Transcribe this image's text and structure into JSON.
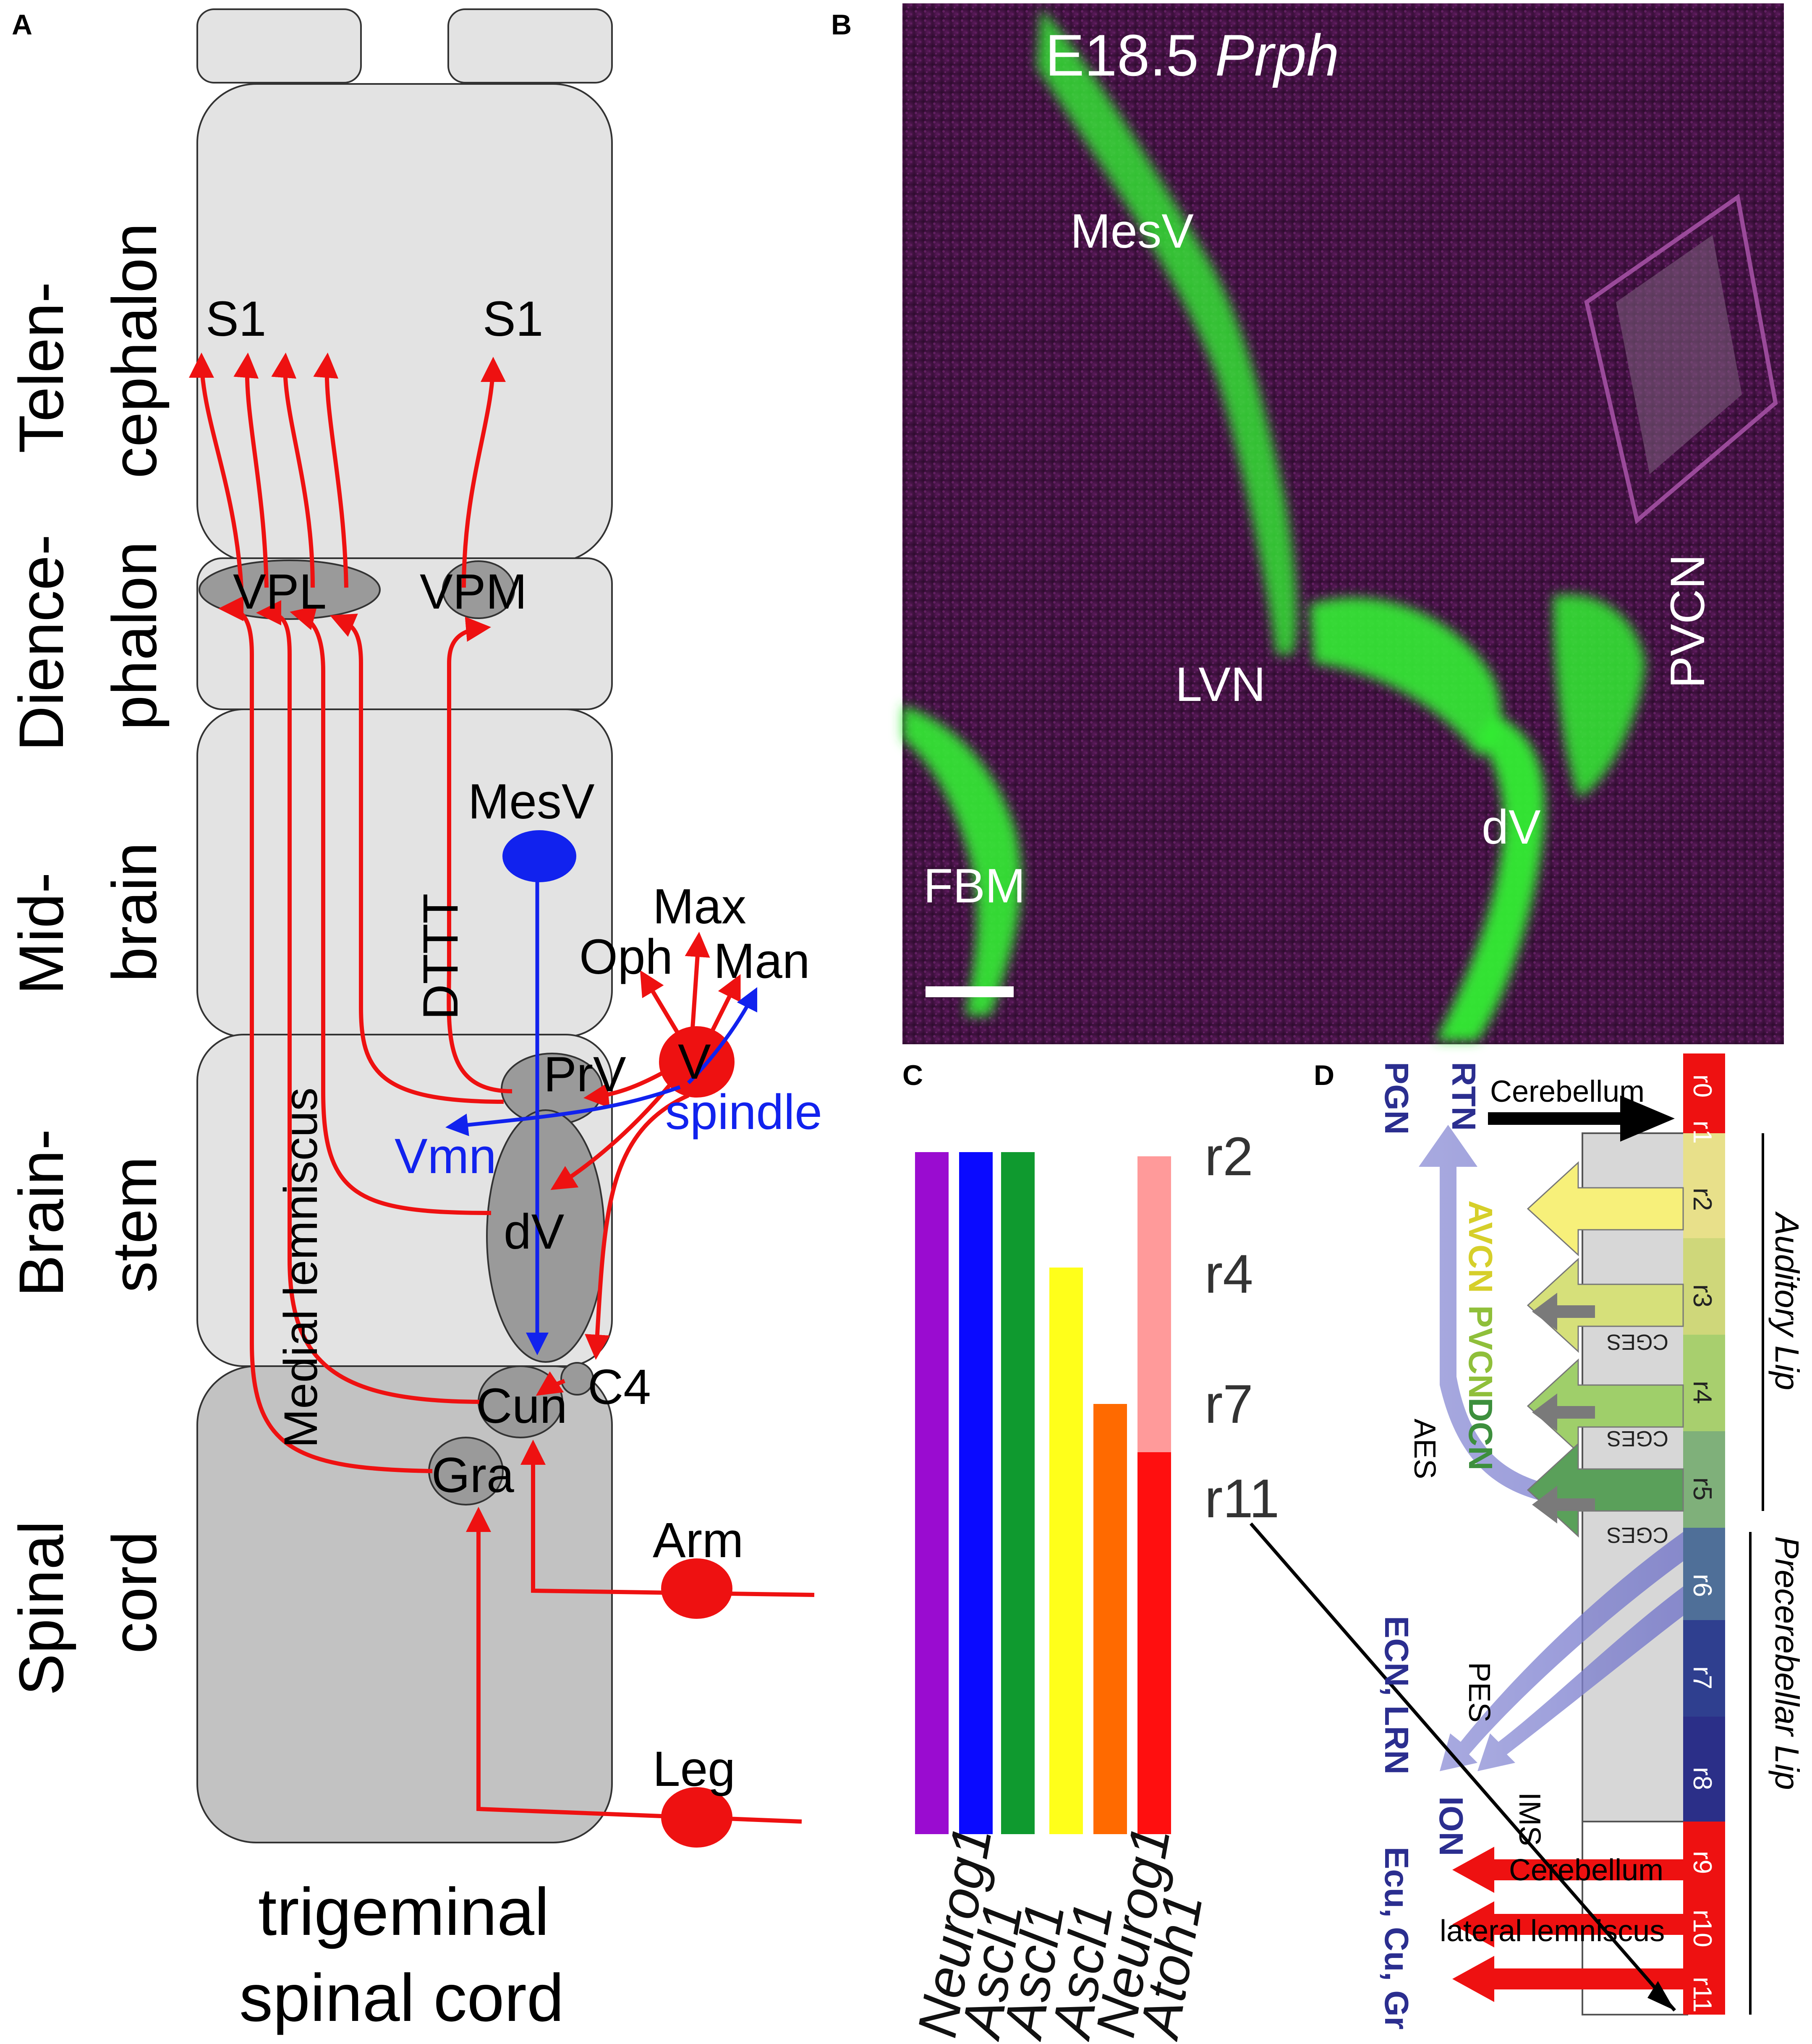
{
  "panels": {
    "a": "A",
    "b": "B",
    "c": "C",
    "d": "D"
  },
  "colors": {
    "pathway_red": "#ee1111",
    "pathway_blue": "#1122ee",
    "segment_fill": "#e3e3e3",
    "spinal_fill": "#c2c2c2",
    "nucleus_fill": "#9a9a9a",
    "fluorescence_green": "#33ee33",
    "tissue_magenta": "#4a0f4a",
    "neurog1": "#9a0cd0",
    "ascl1_blue": "#0a0aff",
    "ascl1_green": "#0f9a2f",
    "ascl1_yellow": "#ffff1a",
    "neurog1_orange": "#ff6a00",
    "atoh1": "#ff0f0f",
    "atoh1_light": "#ff9a9a"
  },
  "panel_a": {
    "regions": [
      {
        "line1": "Telen-",
        "line2": "cephalon"
      },
      {
        "line1": "Dience-",
        "line2": "phalon"
      },
      {
        "line1": "Mid-",
        "line2": "brain"
      },
      {
        "line1": "Brain-",
        "line2": "stem"
      },
      {
        "line1": "Spinal",
        "line2": "cord"
      }
    ],
    "labels": {
      "s1_left": "S1",
      "s1_right": "S1",
      "vpl": "VPL",
      "vpm": "VPM",
      "mesv": "MesV",
      "dttt": "DTTT",
      "max": "Max",
      "oph": "Oph",
      "man": "Man",
      "v": "V",
      "prv": "PrV",
      "spindle": "spindle",
      "vmn": "Vmn",
      "dv": "dV",
      "medial_lemniscus": "Medial lemniscus",
      "c4": "C4",
      "cun": "Cun",
      "gra": "Gra",
      "arm": "Arm",
      "leg": "Leg"
    },
    "caption_line1": "trigeminal",
    "caption_line2": "spinal cord"
  },
  "panel_b": {
    "title_stage": "E18.5",
    "title_gene": "Prph",
    "labels": {
      "mesv": "MesV",
      "lvn": "LVN",
      "pvcn": "PVCN",
      "dv": "dV",
      "fbm": "FBM"
    }
  },
  "panel_c": {
    "rhombomeres": [
      "r2",
      "r4",
      "r7",
      "r11"
    ],
    "bars": [
      {
        "gene": "Neurog1",
        "color_key": "neurog1",
        "start": "r2"
      },
      {
        "gene": "Ascl1",
        "color_key": "ascl1_blue",
        "start": "r2"
      },
      {
        "gene": "Ascl1",
        "color_key": "ascl1_green",
        "start": "r2"
      },
      {
        "gene": "Ascl1",
        "color_key": "ascl1_yellow",
        "start": "r4"
      },
      {
        "gene": "Neurog1",
        "color_key": "neurog1_orange",
        "start": "r7"
      },
      {
        "gene": "Atoh1",
        "color_key": "atoh1",
        "start": "r2"
      }
    ]
  },
  "panel_d": {
    "rhombomeres": [
      "r0",
      "r1",
      "r2",
      "r3",
      "r4",
      "r5",
      "r6",
      "r7",
      "r8",
      "r9",
      "r10",
      "r11"
    ],
    "cges": [
      "CGES",
      "CGES",
      "CGES"
    ],
    "labels": {
      "cerebellum_top": "Cerebellum",
      "rtn": "RTN",
      "pgn": "PGN",
      "avcn": "AVCN",
      "pvcn": "PVCN",
      "dcn": "DCN",
      "aes": "AES",
      "pes": "PES",
      "ecn_lrn": "ECN, LRN",
      "ion": "ION",
      "ims": "IMS",
      "ecu_cu_gr": "Ecu, Cu, Gr",
      "cerebellum_bottom": "Cerebellum",
      "lateral_lemniscus": "lateral lemniscus",
      "auditory_lip": "Auditory Lip",
      "precerebellar_lip": "Precerebellar Lip"
    }
  }
}
